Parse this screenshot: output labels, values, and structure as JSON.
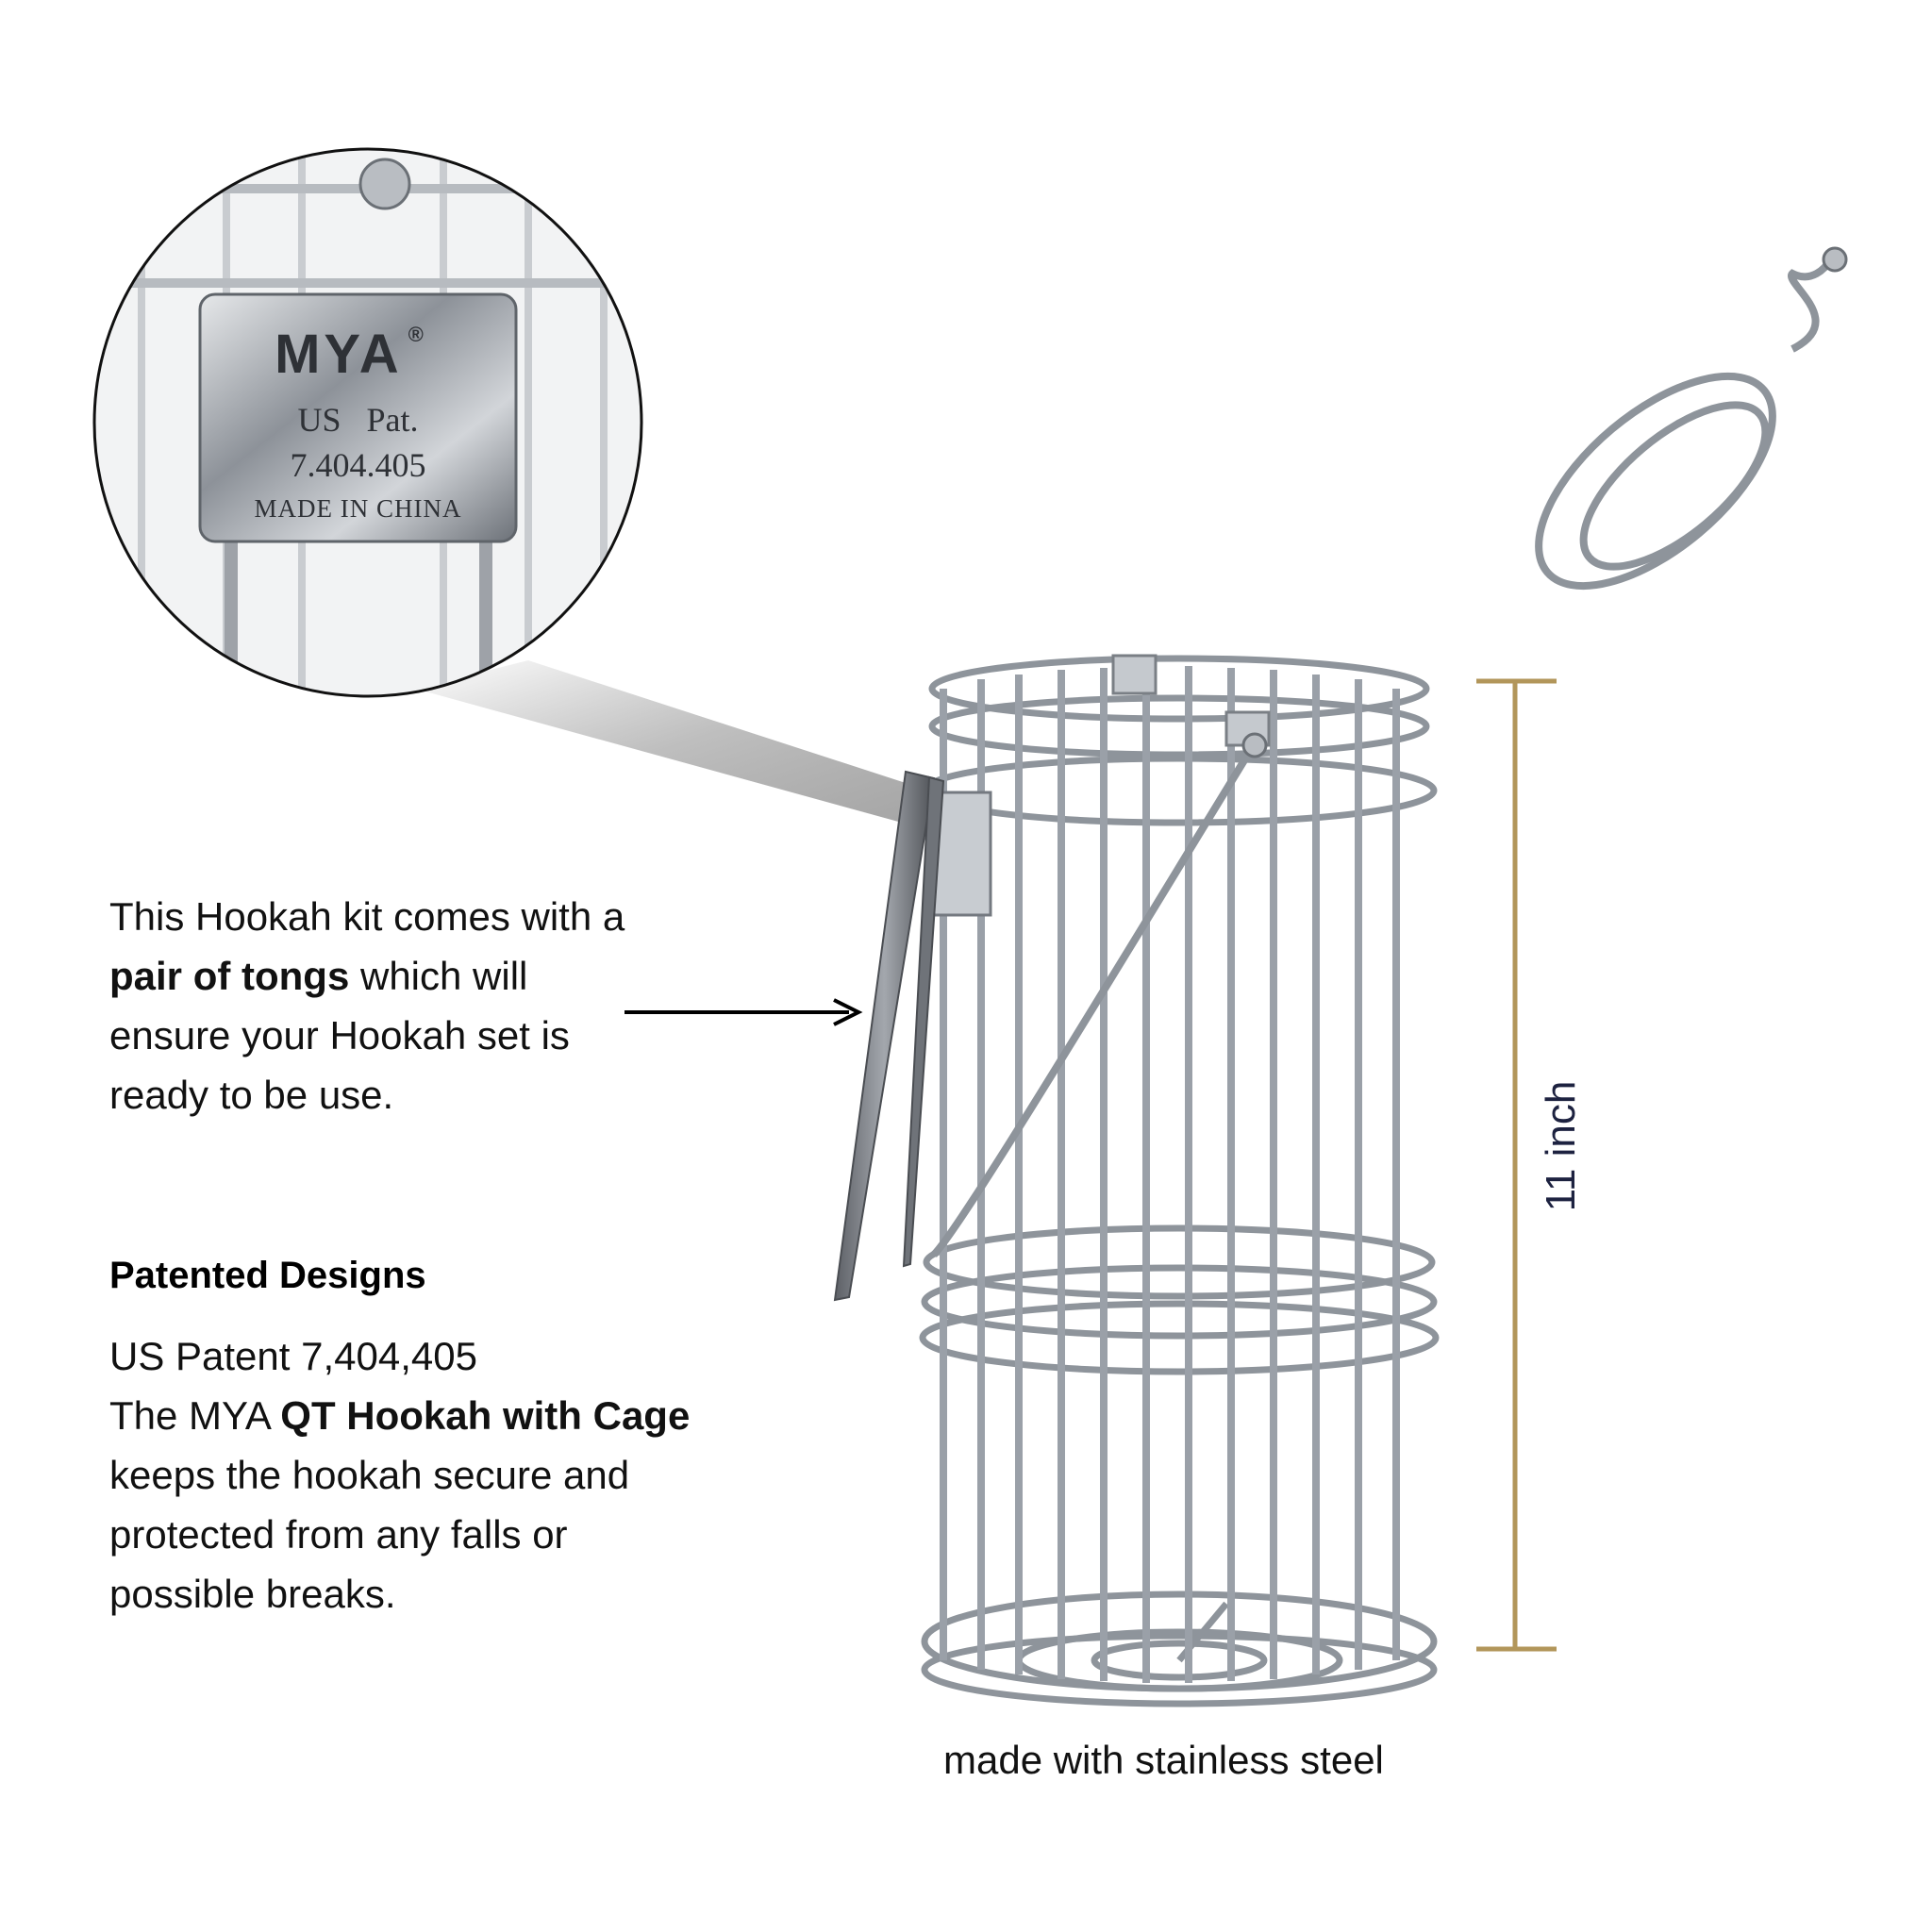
{
  "colors": {
    "accent": "#b2965a",
    "text": "#111111",
    "dimension_text": "#1d2240",
    "steel": "#9aa0a8"
  },
  "zoom_badge": {
    "brand": "MYA",
    "registered": "®",
    "line1": "US   Pat.",
    "line2": "7.404.405",
    "line3": "MADE IN CHINA"
  },
  "tongs_note": {
    "part1": "This Hookah kit comes with a ",
    "bold": "pair of tongs",
    "part2": " which will ensure your Hookah set is ready to be use."
  },
  "patent": {
    "heading": "Patented Designs",
    "line1": "US Patent 7,404,405",
    "line2_part1": "The MYA ",
    "line2_bold": "QT Hookah with Cage",
    "line3": "keeps the hookah secure and protected from any falls or possible breaks."
  },
  "dimension": {
    "label": "11 inch"
  },
  "material_caption": "made with stainless steel"
}
